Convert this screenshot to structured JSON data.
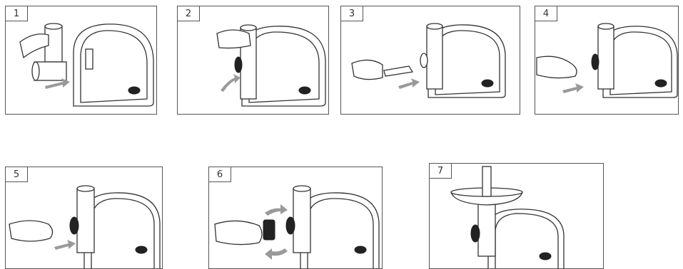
{
  "steps": [
    {
      "number": "1"
    },
    {
      "number": "2"
    },
    {
      "number": "3"
    },
    {
      "number": "4"
    },
    {
      "number": "5"
    },
    {
      "number": "6"
    },
    {
      "number": "7"
    }
  ],
  "colors": {
    "line": "#333333",
    "arrow": "#9a9a9a",
    "border": "#555555"
  }
}
